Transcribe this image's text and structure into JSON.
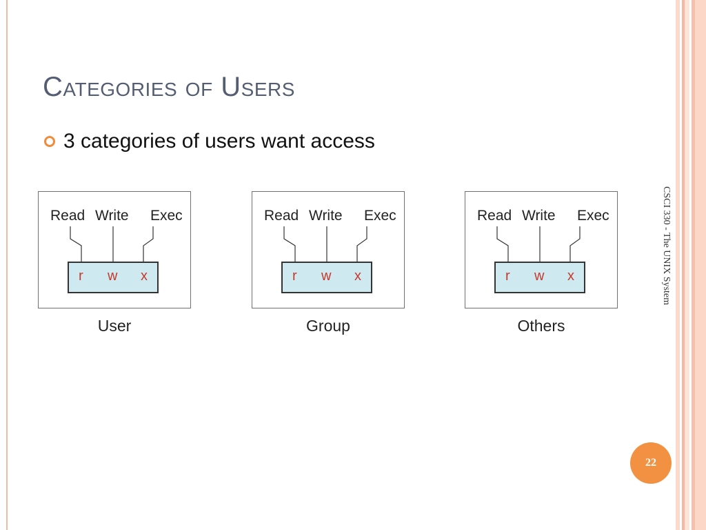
{
  "slide": {
    "title": "Categories of Users",
    "bullet": "3 categories of users want access",
    "side_label": "CSCI 330 - The UNIX System",
    "page_number": "22"
  },
  "diagram": {
    "groups": [
      {
        "caption": "User",
        "labels": [
          "Read",
          "Write",
          "Exec"
        ],
        "cells": [
          "r",
          "w",
          "x"
        ]
      },
      {
        "caption": "Group",
        "labels": [
          "Read",
          "Write",
          "Exec"
        ],
        "cells": [
          "r",
          "w",
          "x"
        ]
      },
      {
        "caption": "Others",
        "labels": [
          "Read",
          "Write",
          "Exec"
        ],
        "cells": [
          "r",
          "w",
          "x"
        ]
      }
    ]
  },
  "colors": {
    "title": "#545d72",
    "bullet_icon": "#f28a3b",
    "page_badge": "#f39143",
    "rwx_fill": "#cfe9f1",
    "rwx_letters": "#c53a2c"
  },
  "icons": {
    "bullet": "circle-bullet-icon"
  }
}
